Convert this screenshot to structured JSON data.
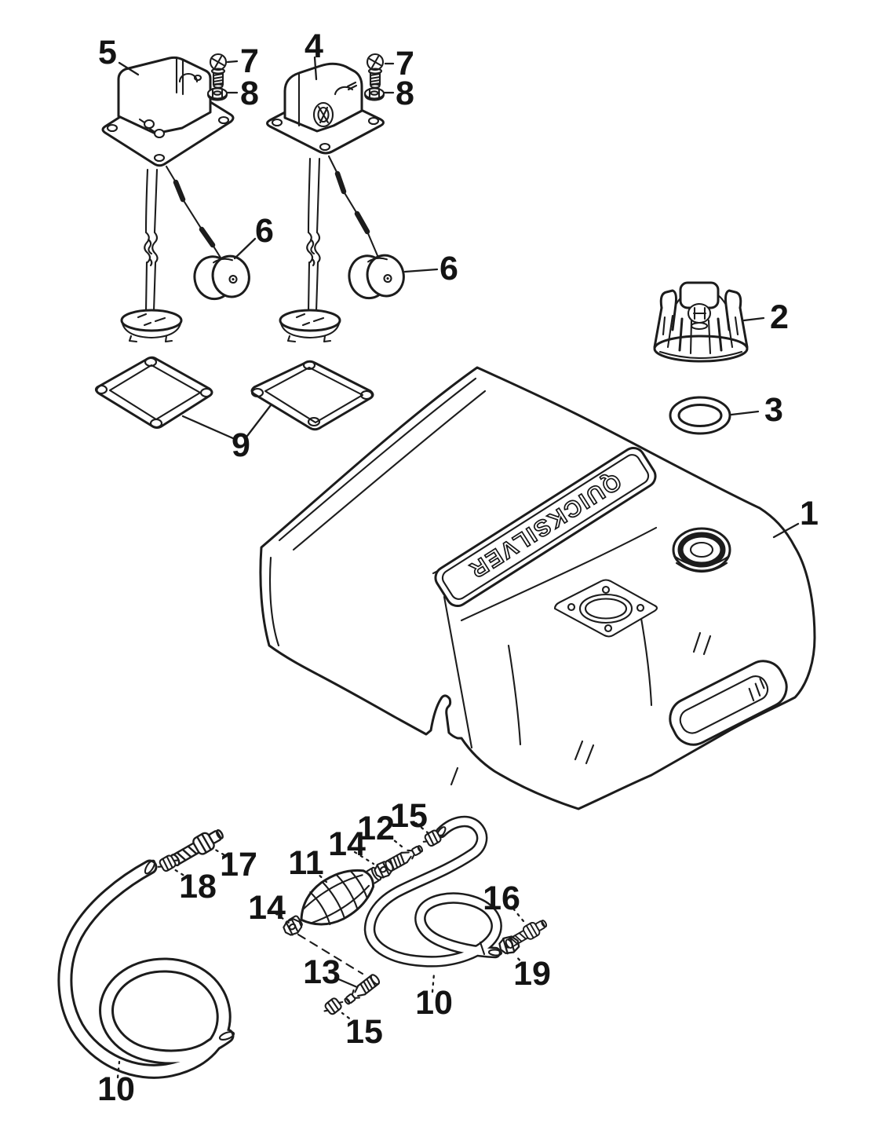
{
  "diagram": {
    "brand": "QUICKSILVER",
    "colors": {
      "ink": "#1c1c1c",
      "background": "#ffffff"
    },
    "callouts": [
      {
        "text": "5"
      },
      {
        "text": "7"
      },
      {
        "text": "8"
      },
      {
        "text": "4"
      },
      {
        "text": "7"
      },
      {
        "text": "8"
      },
      {
        "text": "6"
      },
      {
        "text": "6"
      },
      {
        "text": "2"
      },
      {
        "text": "3"
      },
      {
        "text": "9"
      },
      {
        "text": "1"
      },
      {
        "text": "17"
      },
      {
        "text": "18"
      },
      {
        "text": "15"
      },
      {
        "text": "12"
      },
      {
        "text": "14"
      },
      {
        "text": "11"
      },
      {
        "text": "14"
      },
      {
        "text": "16"
      },
      {
        "text": "13"
      },
      {
        "text": "10"
      },
      {
        "text": "19"
      },
      {
        "text": "15"
      },
      {
        "text": "10"
      }
    ]
  }
}
